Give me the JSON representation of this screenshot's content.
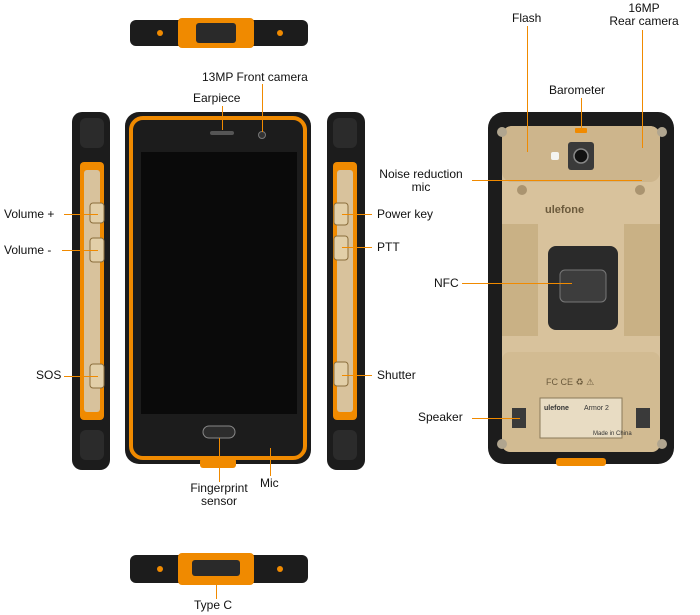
{
  "labels": {
    "flash": "Flash",
    "rear_camera": "16MP\nRear camera",
    "front_camera": "13MP Front camera",
    "earpiece": "Earpiece",
    "barometer": "Barometer",
    "noise_mic": "Noise reduction\nmic",
    "volume_up": "Volume +",
    "volume_down": "Volume -",
    "power_key": "Power key",
    "ptt": "PTT",
    "nfc": "NFC",
    "sos": "SOS",
    "shutter": "Shutter",
    "speaker": "Speaker",
    "fingerprint": "Fingerprint\nsensor",
    "mic": "Mic",
    "type_c": "Type C"
  },
  "device_text": {
    "brand_back": "ulefone",
    "brand_plate": "ulefone",
    "model": "Armor 2",
    "cert_marks": "FC  CE  ♻  ⚠",
    "made_in": "Made in China"
  },
  "colors": {
    "accent_orange": "#f08a00",
    "body_black": "#1c1c1c",
    "gold_panel": "#d8c29c",
    "screen": "#0a0a0a"
  }
}
